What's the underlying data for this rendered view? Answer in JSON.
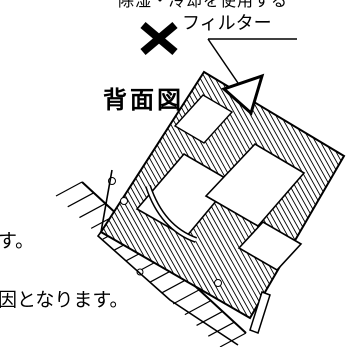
{
  "texts": {
    "top_line": "除湿・冷却を使用する",
    "filter_label": "フィルター",
    "back_view_label": "背面図",
    "fragment_line1": "す。",
    "fragment_line2": "因となります。"
  }
}
